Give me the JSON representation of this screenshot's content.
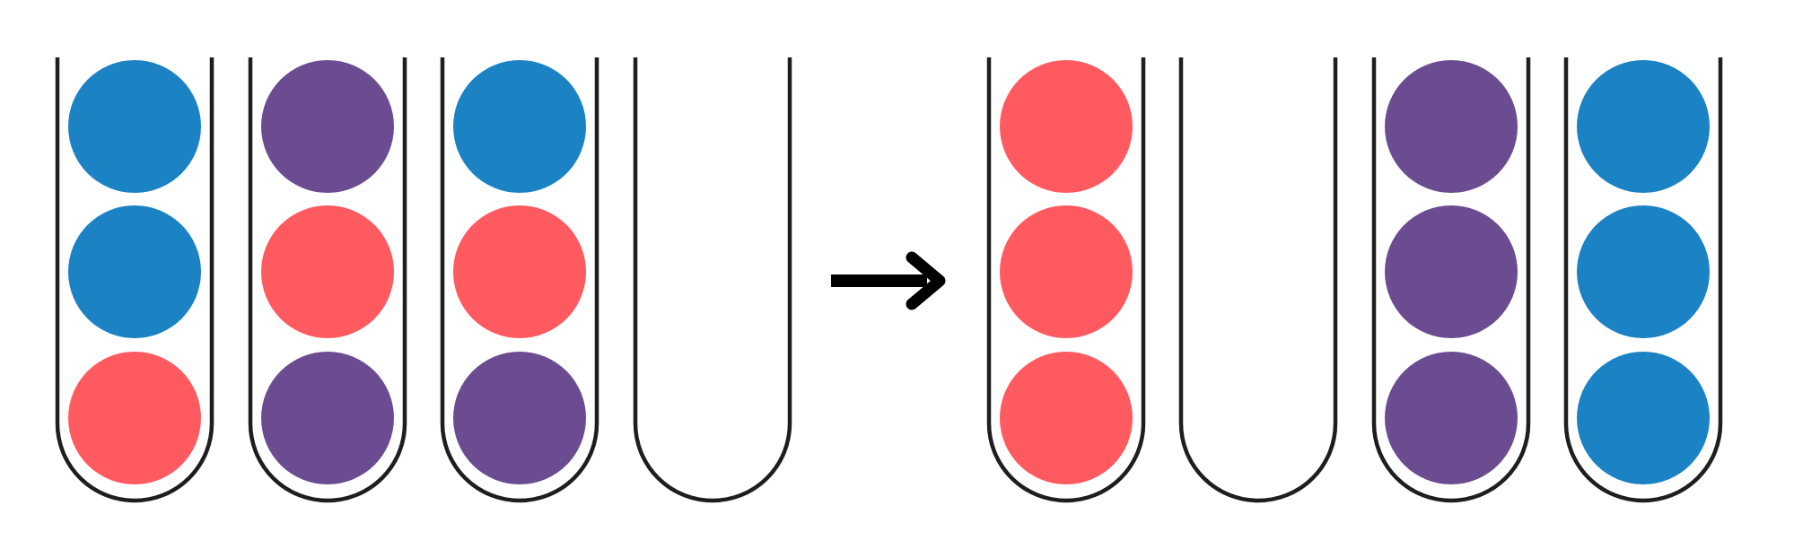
{
  "puzzle": {
    "initial_state": {
      "tubes": [
        {
          "balls": [
            "blue",
            "blue",
            "red"
          ]
        },
        {
          "balls": [
            "purple",
            "red",
            "purple"
          ]
        },
        {
          "balls": [
            "blue",
            "red",
            "purple"
          ]
        },
        {
          "balls": []
        }
      ]
    },
    "solved_state": {
      "tubes": [
        {
          "balls": [
            "red",
            "red",
            "red"
          ]
        },
        {
          "balls": []
        },
        {
          "balls": [
            "purple",
            "purple",
            "purple"
          ]
        },
        {
          "balls": [
            "blue",
            "blue",
            "blue"
          ]
        }
      ]
    },
    "arrow_icon": "right-arrow-icon"
  },
  "colors": {
    "blue": "#1b82c4",
    "red": "#ff5a5f",
    "purple": "#6b4c91",
    "tube_stroke": "#1e1e1e",
    "arrow": "#000000",
    "background": "#ffffff"
  }
}
